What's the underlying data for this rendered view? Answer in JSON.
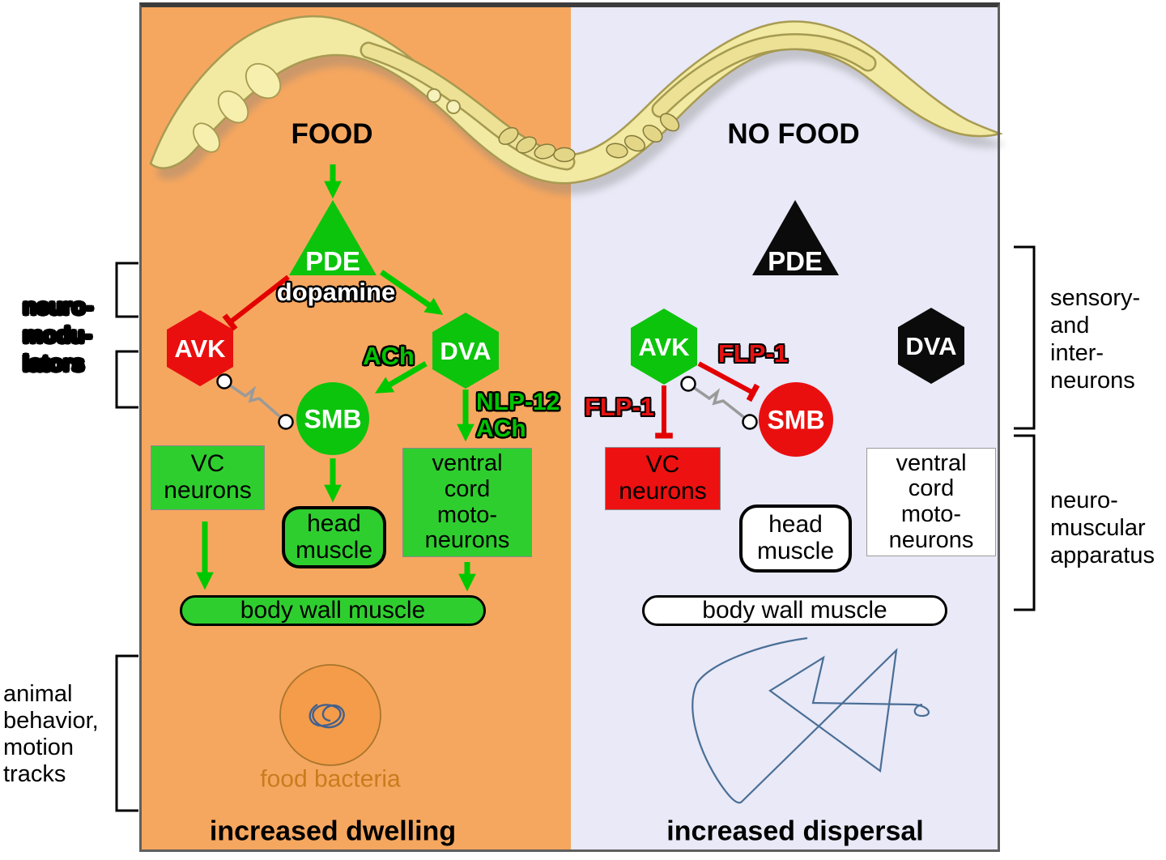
{
  "figure_title": "C. elegans food vs no-food neural circuit diagram",
  "palette": {
    "left_panel_bg": "#F6A75F",
    "right_panel_bg": "#E9E9F7",
    "green_shape": "#0CC40C",
    "green_box": "#2FCE2F",
    "green_arrow": "#00C800",
    "red_shape": "#EA0F0F",
    "red_inhibit": "#E30000",
    "black_shape": "#0B0B0B",
    "track_blue": "#4A6E96",
    "food_circle": "#F49C49",
    "food_text": "#C87C1E",
    "frame": "#5F5F5F"
  },
  "left": {
    "title": "FOOD",
    "pde": "PDE",
    "dopamine": "dopamine",
    "avk": "AVK",
    "dva": "DVA",
    "ach": "ACh",
    "smb": "SMB",
    "nlp12_ach": "NLP-12\nACh",
    "vc_neurons": "VC\nneurons",
    "head_muscle": "head\nmuscle",
    "ventral_cord": "ventral\ncord\nmoto-\nneurons",
    "body_wall": "body wall muscle",
    "food_bacteria": "food bacteria",
    "caption": "increased dwelling"
  },
  "right": {
    "title": "NO FOOD",
    "pde": "PDE",
    "avk": "AVK",
    "dva": "DVA",
    "flp1_to_smb": "FLP-1",
    "flp1_to_vc": "FLP-1",
    "smb": "SMB",
    "vc_neurons": "VC\nneurons",
    "head_muscle": "head\nmuscle",
    "ventral_cord": "ventral\ncord\nmoto-\nneurons",
    "body_wall": "body wall muscle",
    "caption": "increased dispersal"
  },
  "annotations": {
    "neuromodulators": "neuro-\nmodu-\nlators",
    "sensory_interneurons": "sensory-\nand\ninter-\nneurons",
    "neuromuscular_apparatus": "neuro-\nmuscular\napparatus",
    "behavior_tracks": "animal\nbehavior,\nmotion\ntracks"
  }
}
